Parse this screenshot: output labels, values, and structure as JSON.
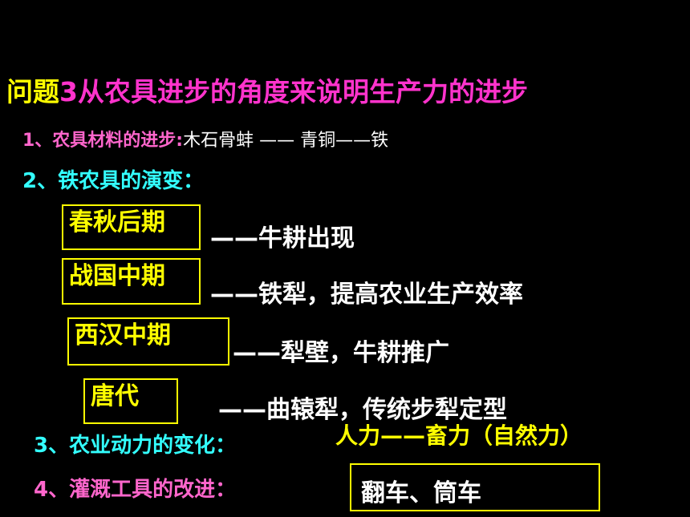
{
  "title": {
    "prefix": "问题",
    "number": "3",
    "rest": "从农具进步的角度来说明生产力的进步"
  },
  "point1": {
    "label": "1、农具材料的进步:",
    "value": "木石骨蚌 —— 青铜——铁"
  },
  "point2": {
    "label": "2、铁农具的演变："
  },
  "evolution": [
    {
      "era": "春秋后期",
      "desc": "——牛耕出现"
    },
    {
      "era": "战国中期",
      "desc": "——铁犁，提高农业生产效率"
    },
    {
      "era": "西汉中期",
      "desc": "——犁壁，牛耕推广"
    },
    {
      "era": "唐代",
      "desc": "——曲辕犁，传统步犁定型"
    }
  ],
  "point3": {
    "label": "3、农业动力的变化：",
    "value": "人力——畜力（自然力）"
  },
  "point4": {
    "label": "4、灌溉工具的改进：",
    "value": "翻车、筒车"
  }
}
